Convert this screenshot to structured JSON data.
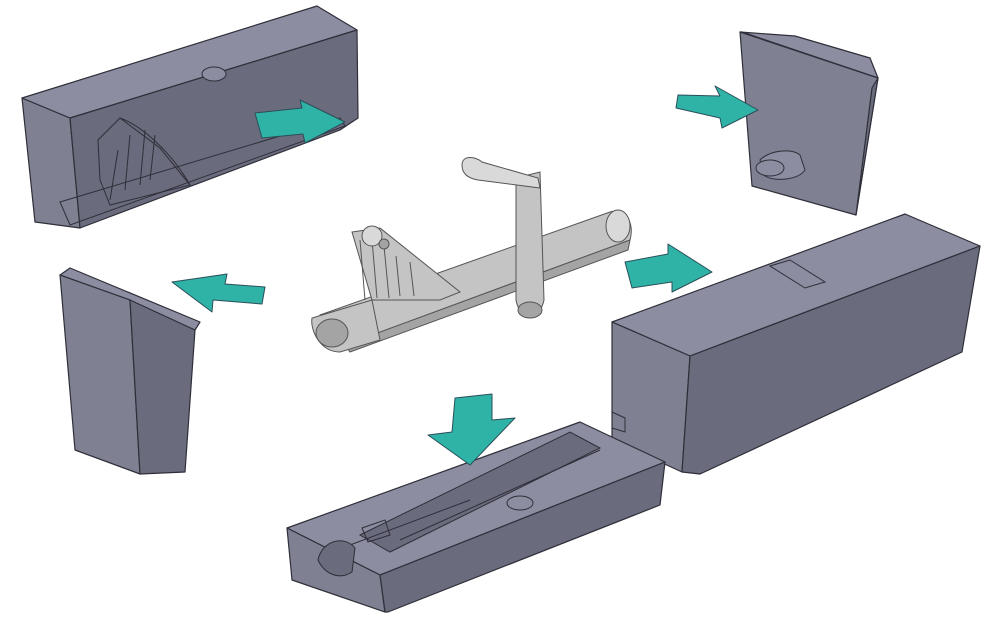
{
  "diagram": {
    "description_visible_text": "",
    "colors": {
      "mold_face": "#7f8091",
      "mold_face_light": "#8c8da0",
      "mold_face_dark": "#6a6b7c",
      "mold_edge": "#2f2f3a",
      "part_fill": "#c4c4c4",
      "part_fill_light": "#d9d9d9",
      "part_fill_dark": "#a4a4a4",
      "part_edge": "#555555",
      "arrow_fill": "#2fb3a6",
      "arrow_edge": "#2b4f5a",
      "background": "#ffffff"
    },
    "components": [
      {
        "id": "upper-left-mold-block",
        "kind": "mold"
      },
      {
        "id": "upper-right-mold-wedge",
        "kind": "mold"
      },
      {
        "id": "left-mold-wedge",
        "kind": "mold"
      },
      {
        "id": "right-mold-block",
        "kind": "mold"
      },
      {
        "id": "bottom-mold-block",
        "kind": "mold"
      },
      {
        "id": "molded-part",
        "kind": "part"
      }
    ],
    "arrows": [
      {
        "id": "arrow-upper-left",
        "direction": "left"
      },
      {
        "id": "arrow-upper-right",
        "direction": "right"
      },
      {
        "id": "arrow-left",
        "direction": "left"
      },
      {
        "id": "arrow-right",
        "direction": "right"
      },
      {
        "id": "arrow-bottom",
        "direction": "down"
      }
    ]
  }
}
